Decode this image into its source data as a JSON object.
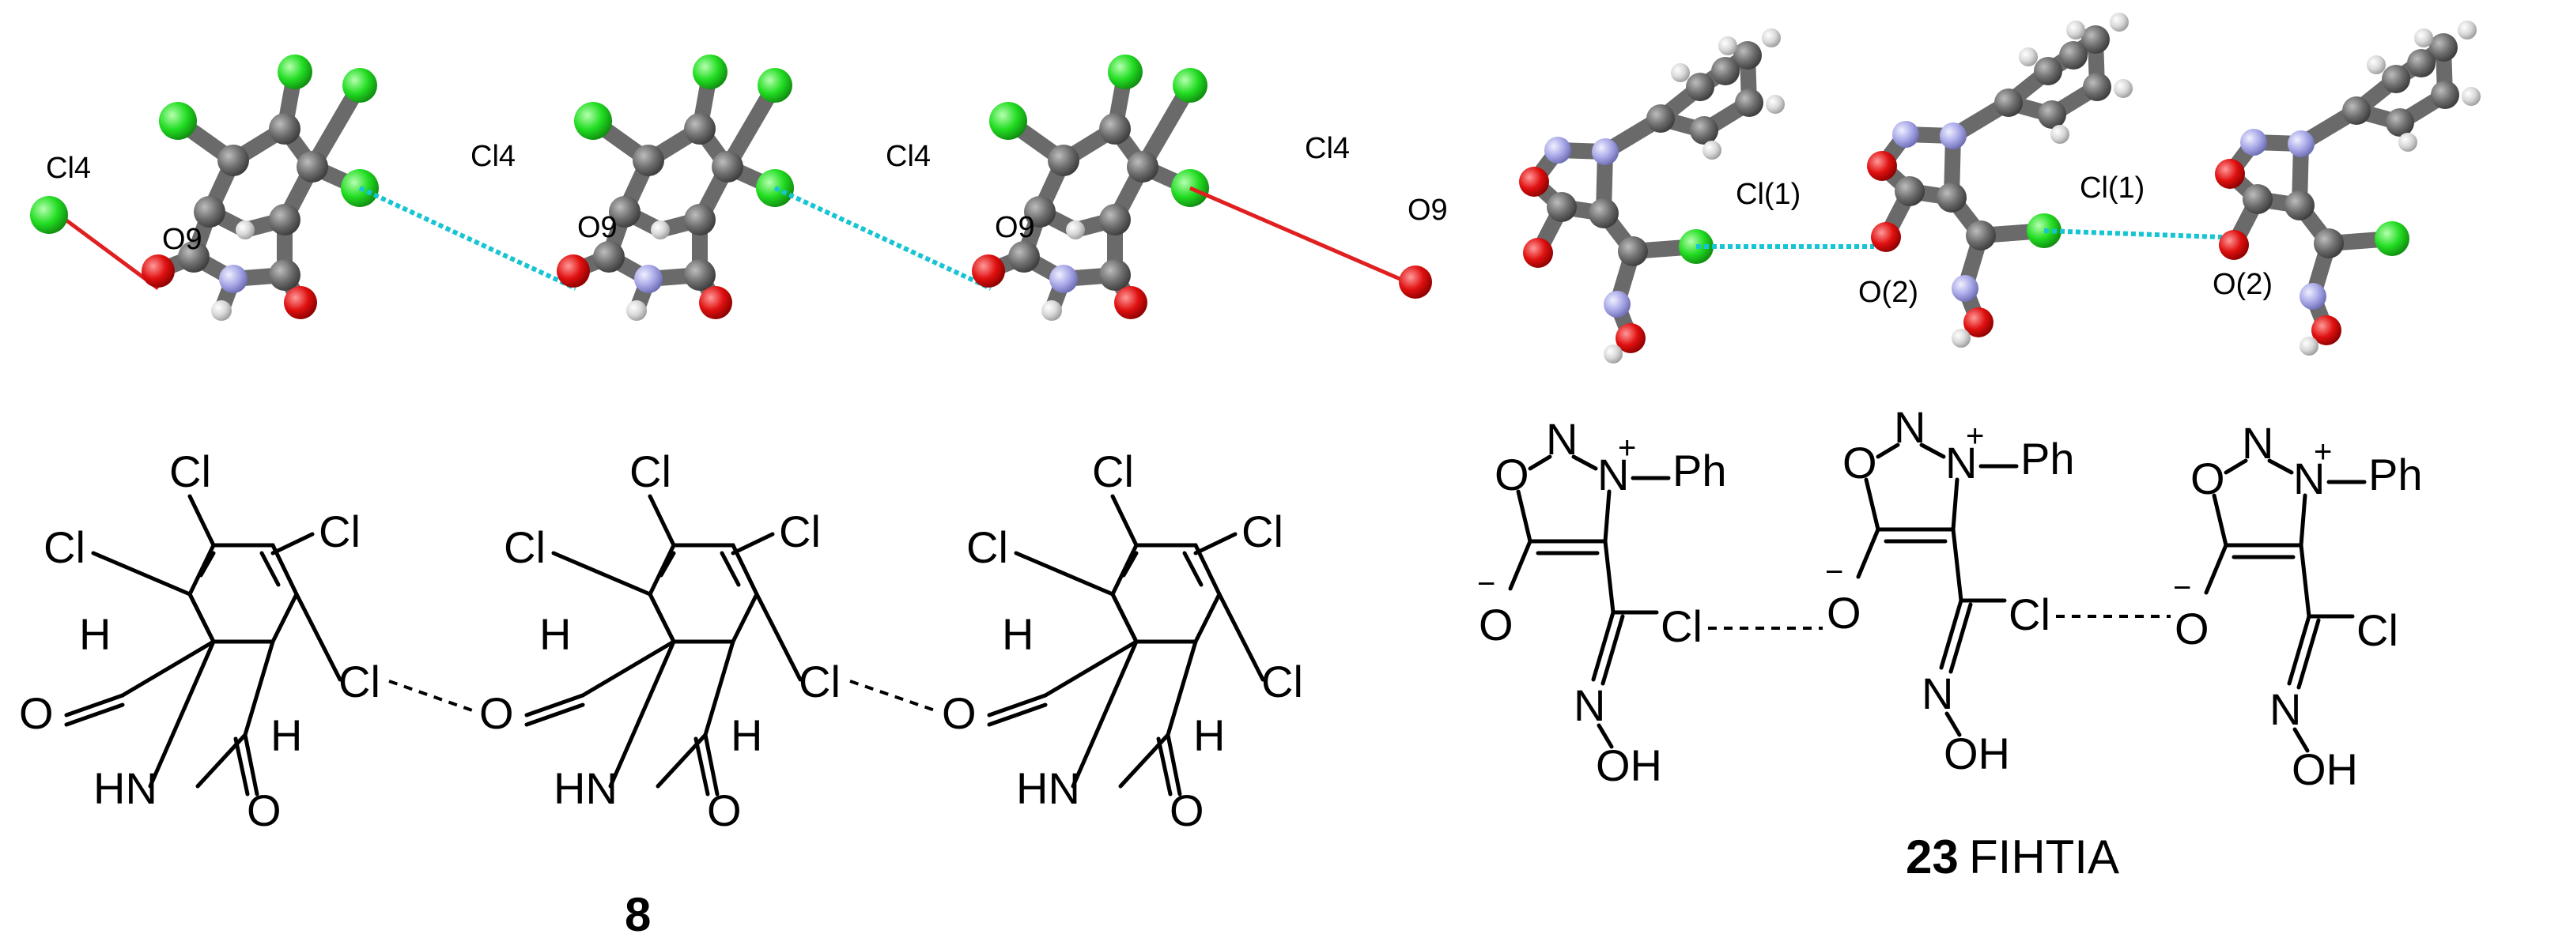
{
  "crystal_labels": {
    "cl4": "Cl4",
    "o9": "O9",
    "o9_cut": "O9",
    "cl1": "Cl(1)",
    "o2": "O(2)"
  },
  "atoms": {
    "cl": "Cl",
    "h": "H",
    "o": "O",
    "hn": "HN",
    "n": "N",
    "ph": "Ph",
    "oh": "OH",
    "plus": "+",
    "minus": "−"
  },
  "captions": {
    "compound_8": "8",
    "compound_23_number": "23",
    "compound_23_code": "FIHTIA"
  },
  "colors": {
    "chlorine": "#22dd22",
    "oxygen": "#e01010",
    "nitrogen": "#a8a8e8",
    "carbon": "#6e6e6e",
    "hydrogen": "#d8d8d8",
    "halogen_bond": "#16c4d4",
    "contact": "#e02020"
  }
}
